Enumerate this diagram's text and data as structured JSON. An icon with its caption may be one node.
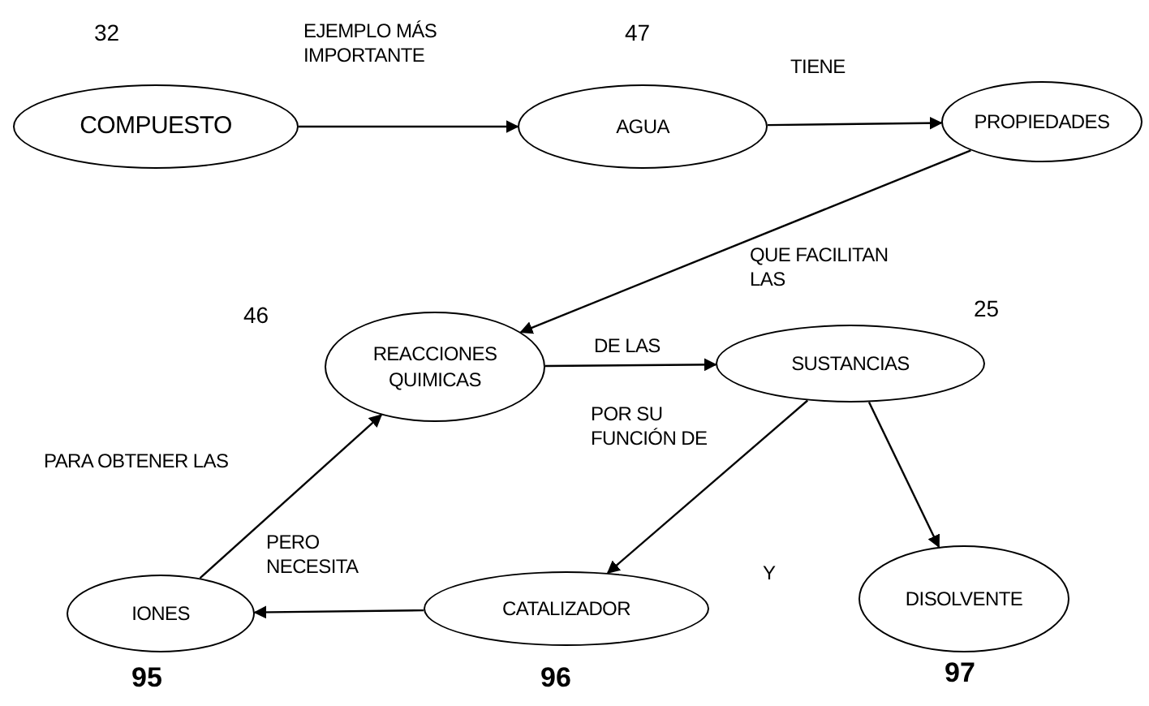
{
  "diagram": {
    "nodes": [
      {
        "text": [
          "COMPUESTO"
        ],
        "beside": [
          "32"
        ]
      },
      {
        "text": [
          "AGUA"
        ],
        "beside": [
          "47"
        ]
      },
      {
        "text": [
          "PROPIEDADES"
        ]
      },
      {
        "text": [
          "REACCIONES QUIMICAS"
        ],
        "beside": [
          "46"
        ]
      },
      {
        "text": [
          "SUSTANCIAS"
        ],
        "beside": [
          "25"
        ]
      },
      {
        "text": [
          "IONES"
        ],
        "beside": [
          "95"
        ]
      },
      {
        "text": [
          "CATALIZADOR"
        ],
        "beside": [
          "96"
        ]
      },
      {
        "text": [
          "DISOLVENTE"
        ],
        "beside": [
          "97"
        ]
      }
    ],
    "edges": [
      {
        "from": 0,
        "to": 1,
        "arrow": "to",
        "label": "EJEMPLO MÁS IMPORTANTE"
      },
      {
        "from": 1,
        "to": 2,
        "arrow": "to",
        "label": "TIENE"
      },
      {
        "from": 2,
        "to": 3,
        "arrow": "to",
        "label": "QUE FACILITAN LAS"
      },
      {
        "from": 3,
        "to": 4,
        "arrow": "to",
        "label": "DE LAS"
      },
      {
        "from": 4,
        "to": 6,
        "arrow": "to",
        "label": "POR SU FUNCIÓN DE"
      },
      {
        "from": 4,
        "to": 7,
        "arrow": "to"
      },
      {
        "from": 6,
        "to": 5,
        "arrow": "to",
        "label": "PERO NECESITA"
      },
      {
        "from": 5,
        "to": 3,
        "arrow": "to",
        "label": "PARA OBTENER LAS"
      }
    ],
    "labels": [
      "Y"
    ]
  }
}
